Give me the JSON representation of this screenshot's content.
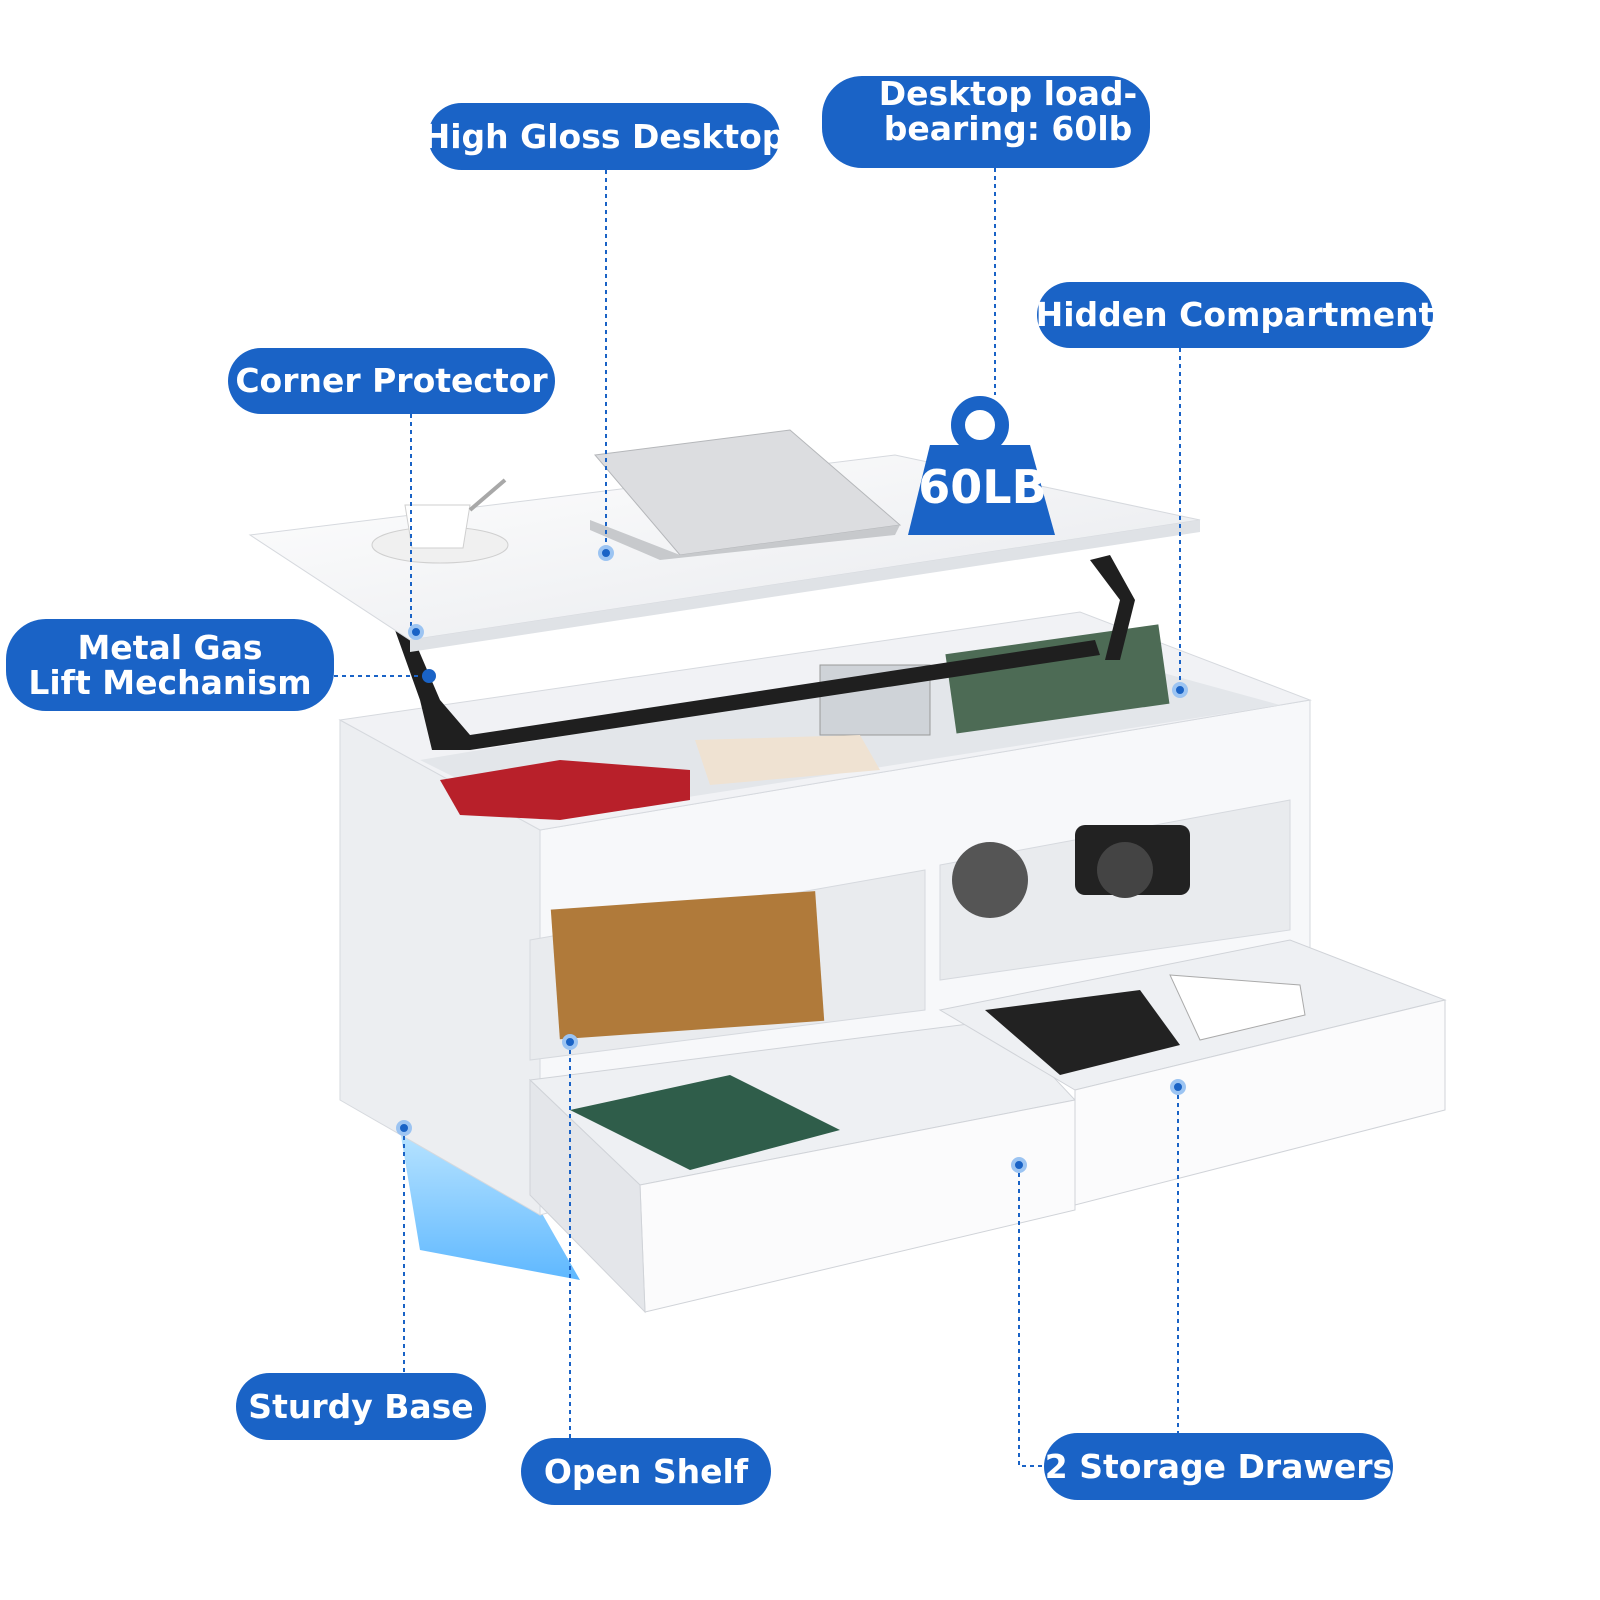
{
  "callouts": {
    "high_gloss_desktop": "High Gloss Desktop",
    "desktop_load_line1": "Desktop load-",
    "desktop_load_line2": "bearing: 60lb",
    "hidden_compartment": "Hidden Compartment",
    "corner_protector": "Corner Protector",
    "metal_gas_line1": "Metal Gas",
    "metal_gas_line2": "Lift Mechanism",
    "sturdy_base": "Sturdy Base",
    "open_shelf": "Open Shelf",
    "storage_drawers": "2 Storage Drawers"
  },
  "weight_badge": "60LB",
  "colors": {
    "accent": "#1a63c6",
    "table_white": "#f4f5f7",
    "led_glow": "#6ec3ff"
  }
}
